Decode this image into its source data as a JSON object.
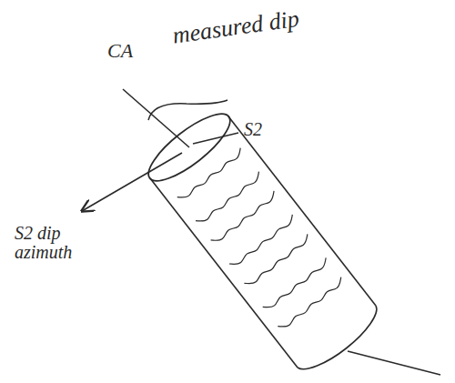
{
  "diagram": {
    "labels": [
      "CA",
      "measured dip",
      "S2",
      "S2 dip azimuth"
    ]
  }
}
